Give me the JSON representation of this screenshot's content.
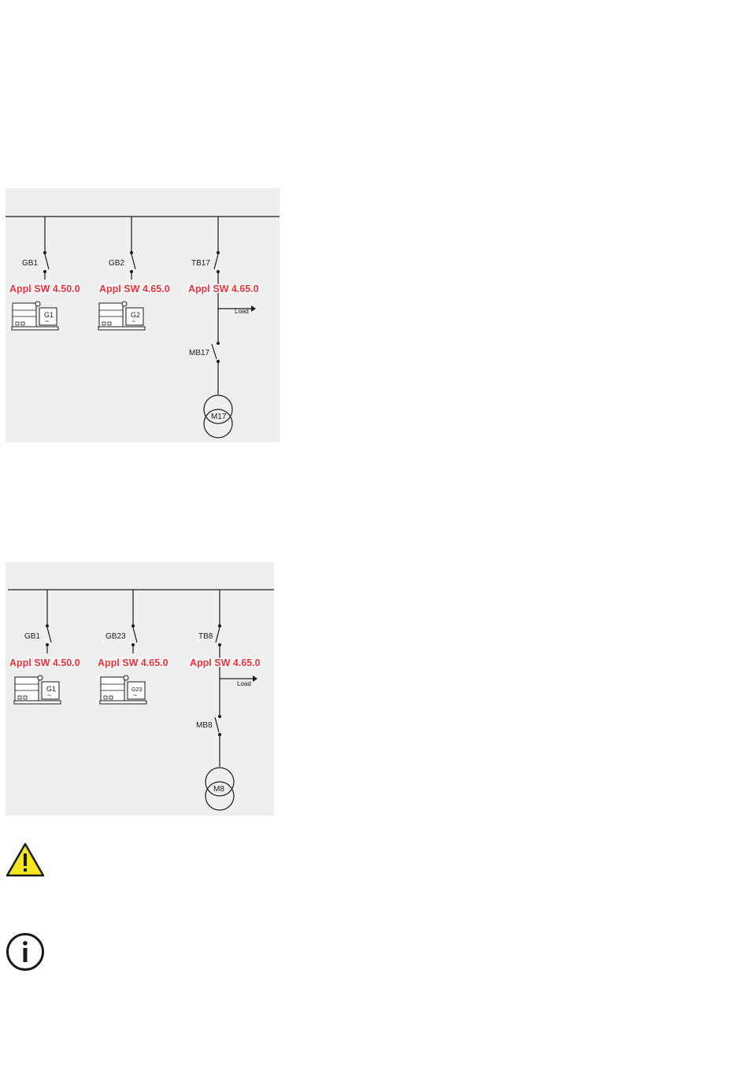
{
  "diagram1": {
    "breakers": [
      "GB1",
      "GB2",
      "TB17",
      "MB17"
    ],
    "generators": [
      "G1",
      "G2"
    ],
    "sw_versions": [
      "Appl SW 4.50.0",
      "Appl SW 4.65.0",
      "Appl SW 4.65.0"
    ],
    "load_label": "Load",
    "mains_label": "M17"
  },
  "diagram2": {
    "breakers": [
      "GB1",
      "GB23",
      "TB8",
      "MB8"
    ],
    "generators": [
      "G1",
      "G23"
    ],
    "sw_versions": [
      "Appl SW 4.50.0",
      "Appl SW 4.65.0",
      "Appl SW 4.65.0"
    ],
    "load_label": "Load",
    "mains_label": "M8"
  },
  "icons": {
    "warning": "warning-icon",
    "info": "info-icon",
    "warning_color": "#f5e61e",
    "sw_label_color": "#e8323c",
    "diagram_background": "#efefef"
  }
}
